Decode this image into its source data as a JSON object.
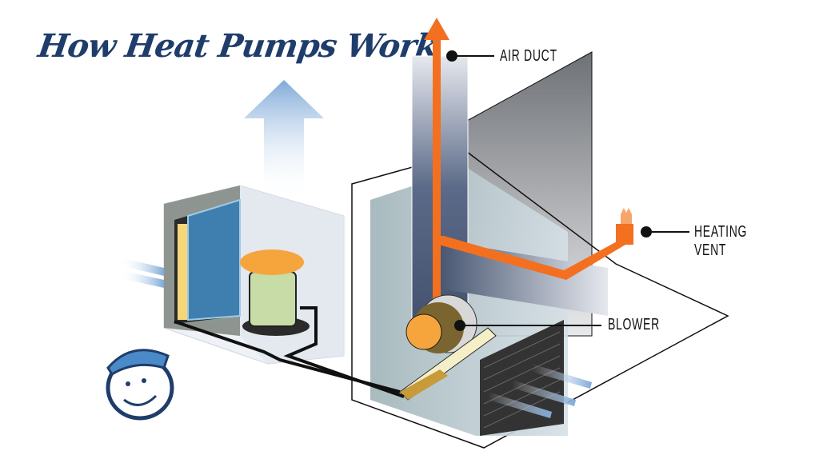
{
  "title": "How Heat Pumps Work",
  "labels": {
    "air_duct": "AIR DUCT",
    "heating_vent": "HEATING VENT",
    "blower": "BLOWER"
  },
  "colors": {
    "title": "#1f3d6b",
    "airflow_hot": "#f37021",
    "airflow_cold": "#7fa9d8",
    "duct": "#4a5a78"
  }
}
